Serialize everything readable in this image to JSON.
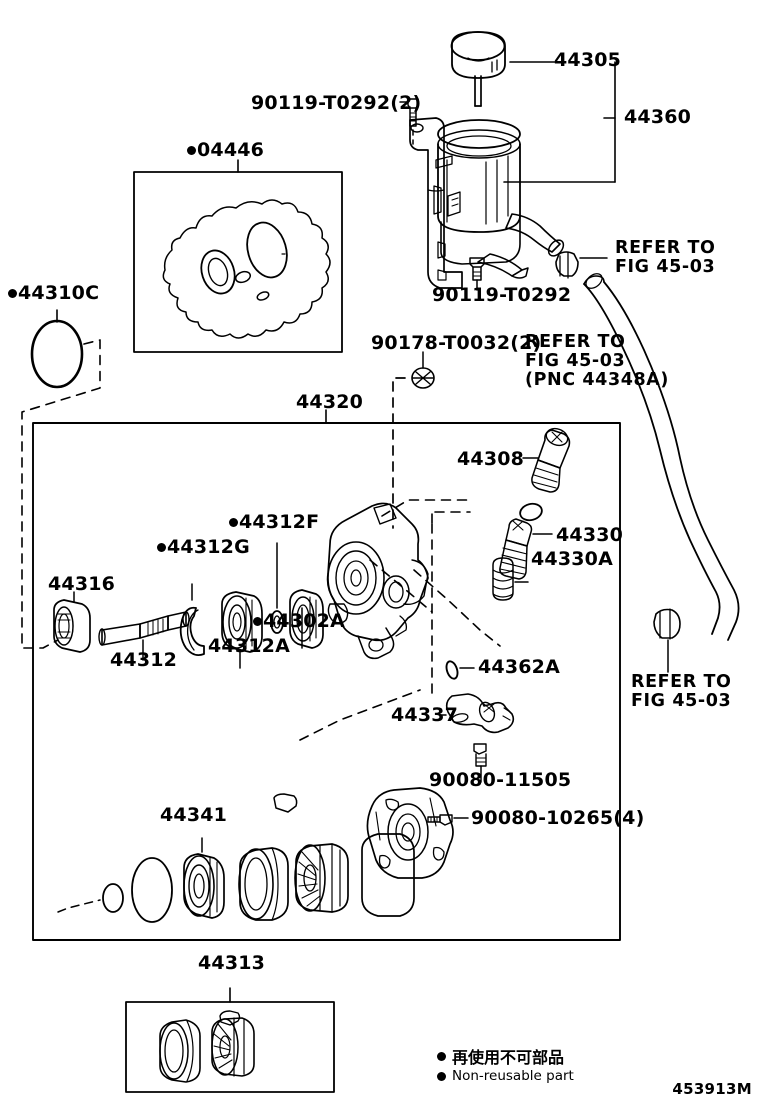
{
  "figure": {
    "code": "453913M",
    "title": "Power steering pump exploded parts diagram"
  },
  "legend": {
    "japanese": "再使用不可部品",
    "english": "Non-reusable part",
    "marker": "filled-circle"
  },
  "labels": {
    "p44305": "44305",
    "p44360": "44360",
    "p90119_T0292_2": "90119-T0292(2)",
    "p90119_T0292": "90119-T0292",
    "p04446": "04446",
    "p44310C": "44310C",
    "p90178_T0032_2": "90178-T0032(2)",
    "p44320": "44320",
    "p44308": "44308",
    "p44330": "44330",
    "p44330A": "44330A",
    "p44316": "44316",
    "p44312": "44312",
    "p44312G": "44312G",
    "p44312F": "44312F",
    "p44312A": "44312A",
    "p44302A": "44302A",
    "p44362A": "44362A",
    "p44337": "44337",
    "p90080_11505": "90080-11505",
    "p90080_10265_4": "90080-10265(4)",
    "p44341": "44341",
    "p44313": "44313",
    "refer_top": "REFER TO\nFIG 45-03",
    "refer_mid": "REFER TO\nFIG 45-03\n(PNC 44348A)",
    "refer_bottom": "REFER TO\nFIG 45-03"
  },
  "non_reusable_parts": [
    "04446",
    "44310C",
    "44312G",
    "44312F",
    "44302A"
  ],
  "colors": {
    "line": "#000000",
    "background": "#ffffff"
  }
}
